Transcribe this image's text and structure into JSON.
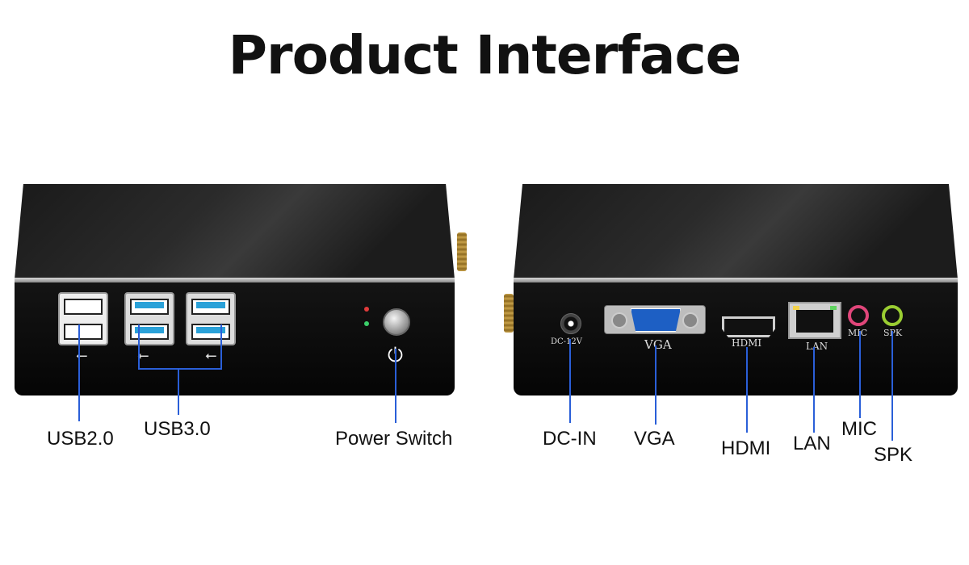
{
  "title": "Product Interface",
  "front": {
    "callouts": {
      "usb2": "USB2.0",
      "usb3": "USB3.0",
      "power": "Power Switch"
    }
  },
  "rear": {
    "port_labels": {
      "dc": "DC-12V",
      "vga": "VGA",
      "hdmi": "HDMI",
      "lan": "LAN",
      "mic": "MIC",
      "spk": "SPK"
    },
    "callouts": {
      "dc": "DC-IN",
      "vga": "VGA",
      "hdmi": "HDMI",
      "lan": "LAN",
      "mic": "MIC",
      "spk": "SPK"
    }
  },
  "icons": {
    "usb": "usb-icon",
    "power": "power-icon"
  },
  "colors": {
    "callout_line": "#2a5fd8",
    "usb3_blue": "#2aa1d8",
    "vga_blue": "#1d5fc4",
    "mic_pink": "#e0467a",
    "spk_green": "#9acd32"
  }
}
